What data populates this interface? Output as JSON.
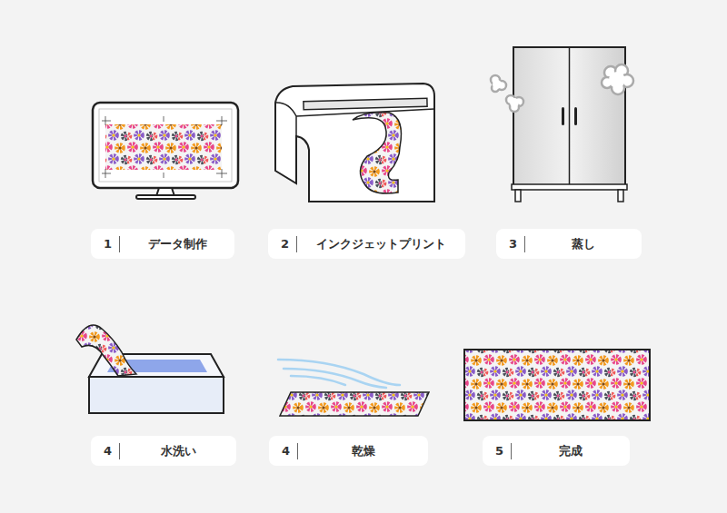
{
  "diagram": {
    "nodes": [
      {
        "text": [
          "1",
          "データ制作"
        ]
      },
      {
        "text": [
          "2",
          "インクジェットプリント"
        ]
      },
      {
        "text": [
          "3",
          "蒸し"
        ]
      },
      {
        "text": [
          "4",
          "水洗い"
        ]
      },
      {
        "text": [
          "4",
          "乾燥"
        ]
      },
      {
        "text": [
          "5",
          "完成"
        ]
      }
    ]
  }
}
